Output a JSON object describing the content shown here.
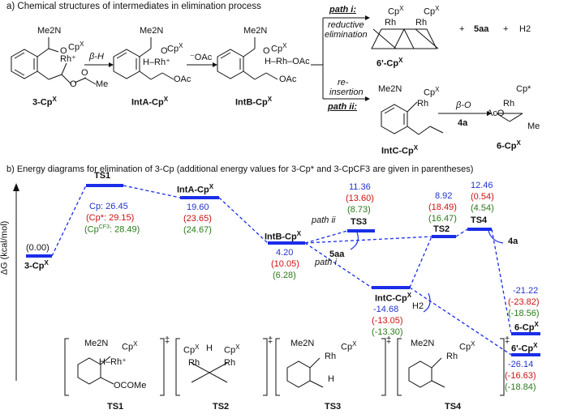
{
  "section_a": {
    "title": "a) Chemical structures of intermediates in elimination process",
    "compounds": {
      "c3": "3-Cp",
      "intA": "IntA-Cp",
      "intB": "IntB-Cp",
      "c6p": "6'-Cp",
      "intC": "IntC-Cp",
      "c6": "6-Cp",
      "sup": "X"
    },
    "arrows": {
      "beta_h": "β-H",
      "oac": "⁻OAc",
      "path_i": "path i:",
      "reductive": "reductive",
      "elimination": "elimination",
      "re": "re-",
      "insertion": "insertion",
      "path_ii": "path ii:",
      "beta_o": "β-O",
      "product_4a": "4a"
    },
    "byproducts": [
      "5aa",
      "+",
      "+",
      "H2"
    ],
    "atoms": {
      "me2n": "Me2N",
      "cpx": "Cp",
      "cpstar": "Cp*",
      "rh": "Rh",
      "rh_plus": "Rh⁺",
      "h": "H",
      "o": "O",
      "me": "Me",
      "oac": "OAc",
      "aco": "AcO",
      "h_rh_oac": "H–Rh–OAc",
      "h_rh_plus": "H–Rh⁺"
    }
  },
  "section_b": {
    "title": "b) Energy diagrams for elimination of 3-Cp (additional energy values for 3-Cp* and 3-CpCF3 are given in parentheses)",
    "ylabel": "ΔG (kcal/mol)",
    "levels": [
      {
        "key": "c3",
        "label": "3-Cp",
        "sup": "X",
        "values": [
          "(0.00)"
        ]
      },
      {
        "key": "ts1",
        "label": "TS1",
        "values": [
          "Cp: 26.45",
          "(Cp*: 29.15)",
          "(Cp",
          "CF3",
          ": 28.49)"
        ]
      },
      {
        "key": "intA",
        "label": "IntA-Cp",
        "sup": "X",
        "values": [
          "19.60",
          "(23.65)",
          "(24.67)"
        ]
      },
      {
        "key": "intB",
        "label": "IntB-Cp",
        "sup": "X",
        "values": [
          "4.20",
          "(10.05)",
          "(6.28)"
        ]
      },
      {
        "key": "ts3",
        "label": "TS3",
        "values": [
          "11.36",
          "(13.60)",
          "(8.73)"
        ]
      },
      {
        "key": "intC",
        "label": "IntC-Cp",
        "sup": "X",
        "values": [
          "-14.68",
          "(-13.05)",
          "(-13.30)"
        ]
      },
      {
        "key": "ts2",
        "label": "TS2",
        "values": [
          "8.92",
          "(18.49)",
          "(16.47)"
        ]
      },
      {
        "key": "ts4",
        "label": "TS4",
        "values": [
          "12.46",
          "(0.54)",
          "(4.54)"
        ]
      },
      {
        "key": "c6",
        "label": "6-Cp",
        "sup": "X",
        "values": [
          "-21.22",
          "(-23.82)",
          "(-18.56)"
        ]
      },
      {
        "key": "c6p",
        "label": "6'-Cp",
        "sup": "X",
        "values": [
          "-26.14",
          "(-16.63)",
          "(-18.84)"
        ]
      }
    ],
    "path_labels": {
      "path_ii": "path ii",
      "path_i": "path i"
    },
    "side_products": {
      "p5aa": "5aa",
      "h2": "H2",
      "p4a": "4a"
    },
    "ts_structures": [
      "TS1",
      "TS2",
      "TS3",
      "TS4"
    ],
    "dagger": "‡",
    "colors": {
      "cp": "#2233cc",
      "cpstar": "#cc1111",
      "cpcf3": "#2a7a1a",
      "level": "#1a2ee8"
    }
  }
}
